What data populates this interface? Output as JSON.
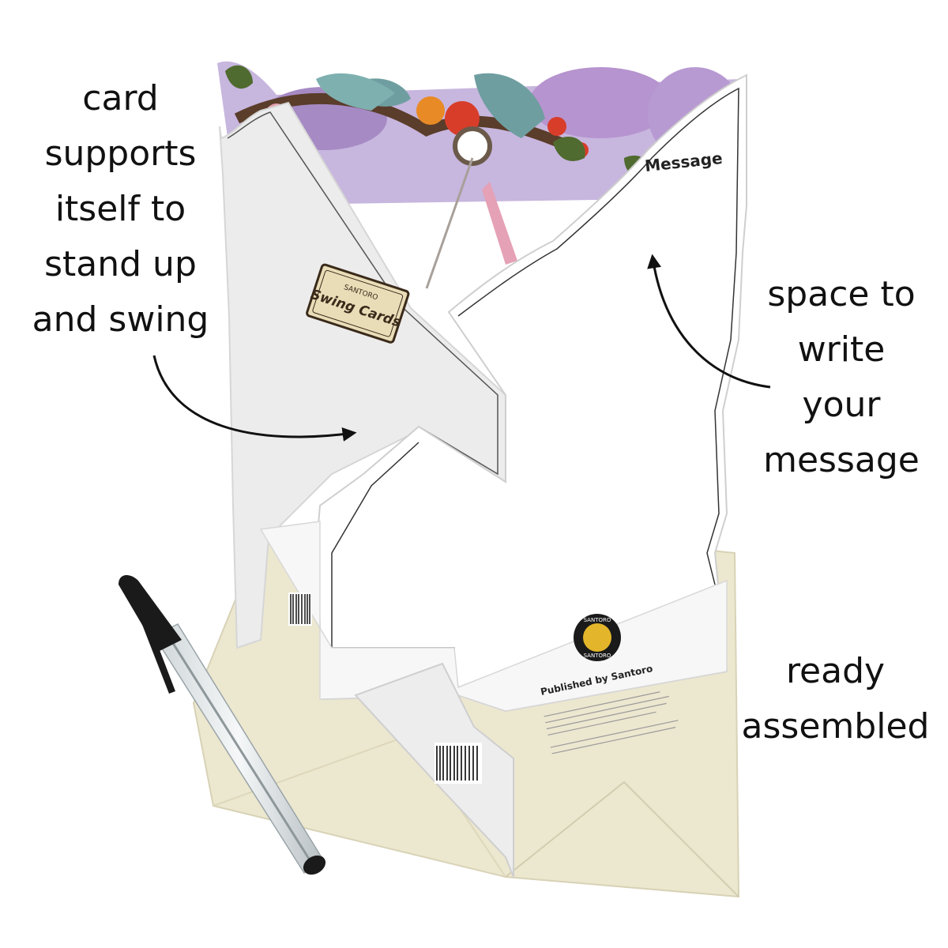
{
  "callouts": {
    "stand_up": "card\nsupports\nitself to\nstand up\nand swing",
    "message_space": "space to\nwrite\nyour\nmessage",
    "assembled": "ready\nassembled"
  },
  "card": {
    "message_label": "Message",
    "brand_top": "SANTORO",
    "brand_name": "Swing Cards",
    "logo_top": "SANTORO",
    "logo_bottom": "SANTORO",
    "published_by": "Published by Santoro"
  },
  "colors": {
    "envelope": "#ece7cf",
    "card": "#ffffff",
    "card_shadow": "#e6e6e6",
    "arrow": "#111111",
    "lilac": "#b694cf",
    "bird": "#6f9ea0",
    "flower_red": "#d83d2a",
    "flower_orange": "#e88a25",
    "leaf": "#4f6b2f",
    "pen_black": "#1a1a1a"
  }
}
